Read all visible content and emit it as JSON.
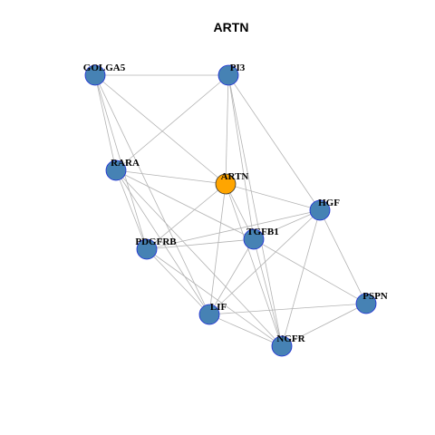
{
  "title": "ARTN",
  "colors": {
    "node_fill": "#4682b4",
    "node_stroke": "#1c2bd6",
    "center_fill": "#ffa500",
    "center_stroke": "#333333",
    "edge": "#b3b3b3"
  },
  "nodes": [
    {
      "id": "GOLGA5",
      "label": "GOLGA5",
      "center": false
    },
    {
      "id": "PI3",
      "label": "PI3",
      "center": false
    },
    {
      "id": "RARA",
      "label": "RARA",
      "center": false
    },
    {
      "id": "ARTN",
      "label": "ARTN",
      "center": true
    },
    {
      "id": "HGF",
      "label": "HGF",
      "center": false
    },
    {
      "id": "TGFB1",
      "label": "TGFB1",
      "center": false
    },
    {
      "id": "PDGFRB",
      "label": "PDGFRB",
      "center": false
    },
    {
      "id": "PSPN",
      "label": "PSPN",
      "center": false
    },
    {
      "id": "LIF",
      "label": "LIF",
      "center": false
    },
    {
      "id": "NGFR",
      "label": "NGFR",
      "center": false
    }
  ],
  "edges": [
    [
      "GOLGA5",
      "PI3"
    ],
    [
      "GOLGA5",
      "RARA"
    ],
    [
      "GOLGA5",
      "ARTN"
    ],
    [
      "GOLGA5",
      "PDGFRB"
    ],
    [
      "GOLGA5",
      "LIF"
    ],
    [
      "PI3",
      "RARA"
    ],
    [
      "PI3",
      "ARTN"
    ],
    [
      "PI3",
      "HGF"
    ],
    [
      "PI3",
      "TGFB1"
    ],
    [
      "PI3",
      "NGFR"
    ],
    [
      "RARA",
      "ARTN"
    ],
    [
      "RARA",
      "TGFB1"
    ],
    [
      "RARA",
      "PDGFRB"
    ],
    [
      "RARA",
      "LIF"
    ],
    [
      "RARA",
      "NGFR"
    ],
    [
      "ARTN",
      "HGF"
    ],
    [
      "ARTN",
      "TGFB1"
    ],
    [
      "ARTN",
      "PDGFRB"
    ],
    [
      "ARTN",
      "LIF"
    ],
    [
      "ARTN",
      "NGFR"
    ],
    [
      "HGF",
      "TGFB1"
    ],
    [
      "HGF",
      "PDGFRB"
    ],
    [
      "HGF",
      "PSPN"
    ],
    [
      "HGF",
      "LIF"
    ],
    [
      "HGF",
      "NGFR"
    ],
    [
      "TGFB1",
      "PDGFRB"
    ],
    [
      "TGFB1",
      "PSPN"
    ],
    [
      "TGFB1",
      "LIF"
    ],
    [
      "TGFB1",
      "NGFR"
    ],
    [
      "PDGFRB",
      "LIF"
    ],
    [
      "PDGFRB",
      "NGFR"
    ],
    [
      "PSPN",
      "LIF"
    ],
    [
      "PSPN",
      "NGFR"
    ],
    [
      "LIF",
      "NGFR"
    ]
  ]
}
